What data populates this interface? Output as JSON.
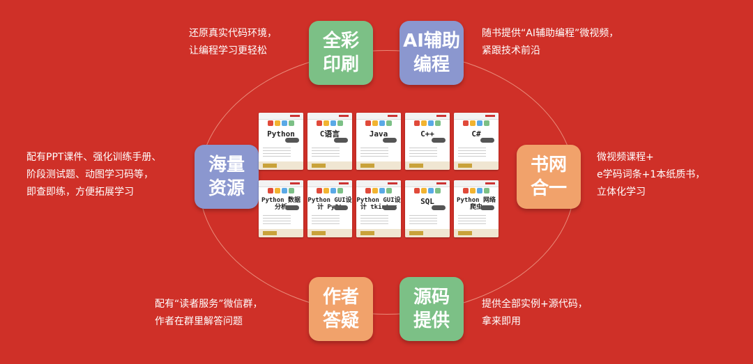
{
  "features": {
    "fullcolor": {
      "line1": "全彩",
      "line2": "印刷",
      "desc": [
        "还原真实代码环境，",
        "让编程学习更轻松"
      ]
    },
    "ai": {
      "line1": "AI辅助",
      "line2": "编程",
      "desc": [
        "随书提供“AI辅助编程”微视频，",
        "紧跟技术前沿"
      ]
    },
    "resources": {
      "line1": "海量",
      "line2": "资源",
      "desc": [
        "配有PPT课件、强化训练手册、",
        "阶段测试题、动图学习码等，",
        "即查即练，方便拓展学习"
      ]
    },
    "bookweb": {
      "line1": "书网",
      "line2": "合一",
      "desc": [
        "微视频课程+",
        "e学码词条+1本纸质书，",
        "立体化学习"
      ]
    },
    "answer": {
      "line1": "作者",
      "line2": "答疑",
      "desc": [
        "配有“读者服务”微信群，",
        "作者在群里解答问题"
      ]
    },
    "source": {
      "line1": "源码",
      "line2": "提供",
      "desc": [
        "提供全部实例+源代码，",
        "拿来即用"
      ]
    }
  },
  "books": [
    {
      "title": "Python"
    },
    {
      "title": "C语言"
    },
    {
      "title": "Java"
    },
    {
      "title": "C++"
    },
    {
      "title": "C#"
    },
    {
      "title": "Python 数据分析"
    },
    {
      "title": "Python GUI设计 PyQt"
    },
    {
      "title": "Python GUI设计 tkinter"
    },
    {
      "title": "SQL"
    },
    {
      "title": "Python 网络爬虫"
    }
  ],
  "colors": {
    "background": "#cf3028",
    "green": "#7cc086",
    "blue": "#8b97cf",
    "orange": "#f1a26b"
  }
}
